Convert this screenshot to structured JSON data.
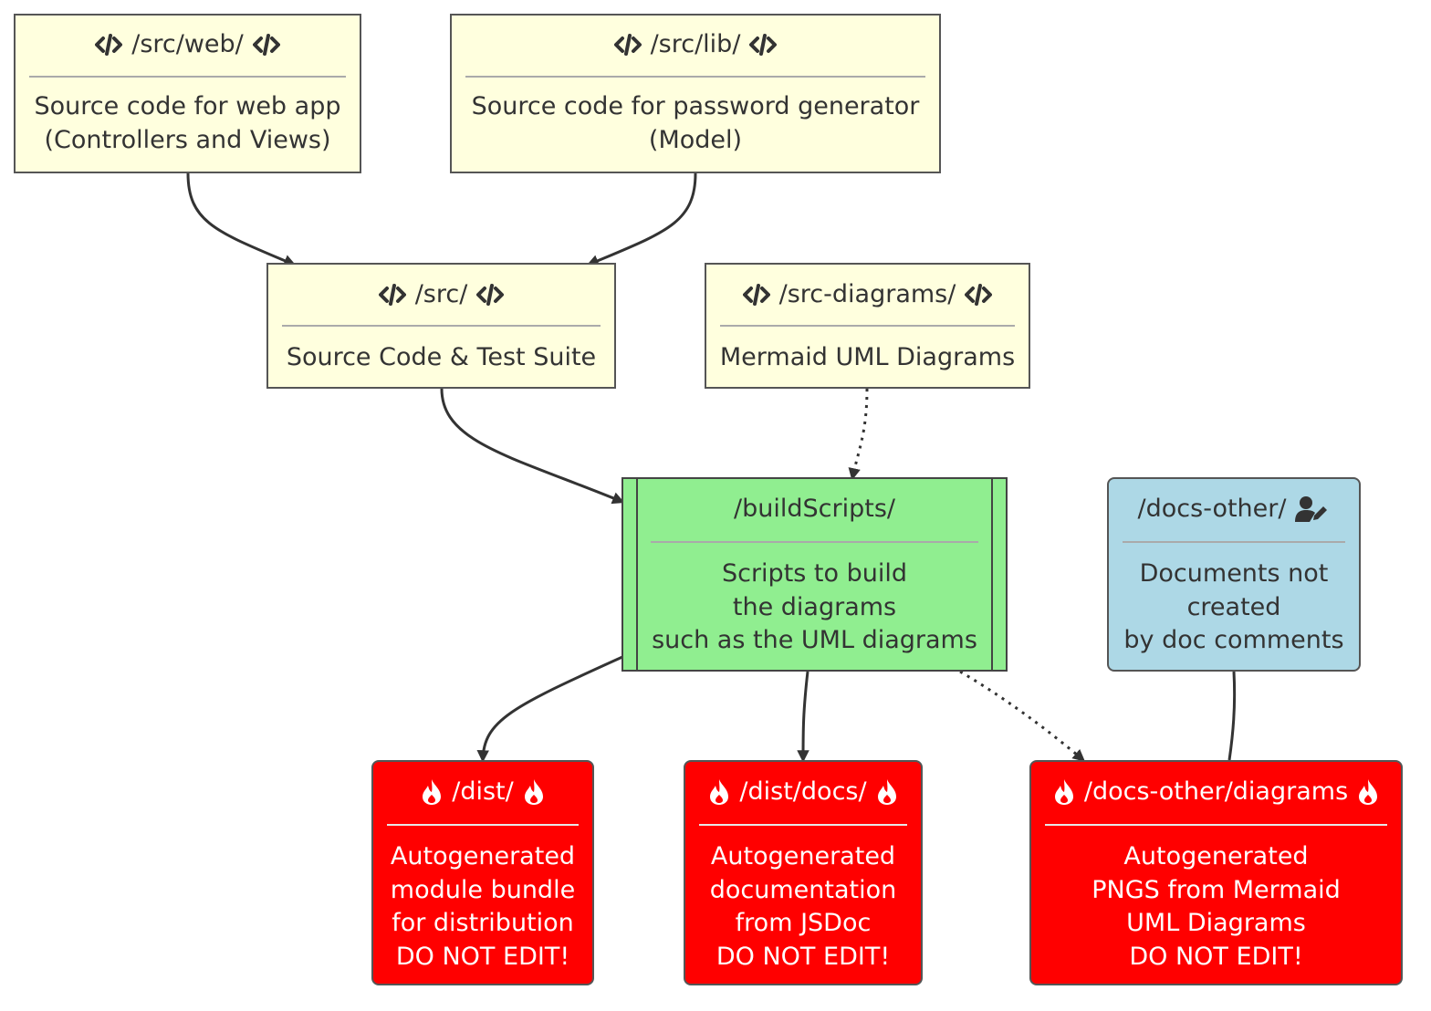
{
  "nodes": {
    "src_web": {
      "title": "/src/web/",
      "lines": [
        "Source code for web app",
        "(Controllers and Views)"
      ],
      "icon": "code-icon"
    },
    "src_lib": {
      "title": "/src/lib/",
      "lines": [
        "Source code for password generator",
        "(Model)"
      ],
      "icon": "code-icon"
    },
    "src": {
      "title": "/src/",
      "lines": [
        "Source Code & Test Suite"
      ],
      "icon": "code-icon"
    },
    "src_diagrams": {
      "title": "/src-diagrams/",
      "lines": [
        "Mermaid UML Diagrams"
      ],
      "icon": "code-icon"
    },
    "build_scripts": {
      "title": "/buildScripts/",
      "lines": [
        "Scripts to build",
        "the diagrams",
        "such as the UML diagrams"
      ]
    },
    "docs_other": {
      "title": "/docs-other/",
      "lines": [
        "Documents not",
        "created",
        "by doc comments"
      ],
      "icon": "user-edit-icon"
    },
    "dist": {
      "title": "/dist/",
      "lines": [
        "Autogenerated",
        "module bundle",
        "for distribution",
        "DO NOT EDIT!"
      ],
      "icon": "fire-icon"
    },
    "dist_docs": {
      "title": "/dist/docs/",
      "lines": [
        "Autogenerated",
        "documentation",
        "from JSDoc",
        "DO NOT EDIT!"
      ],
      "icon": "fire-icon"
    },
    "docs_other_diagrams": {
      "title": "/docs-other/diagrams",
      "lines": [
        "Autogenerated",
        "PNGS from Mermaid",
        "UML Diagrams",
        "DO NOT EDIT!"
      ],
      "icon": "fire-icon"
    }
  },
  "colors": {
    "source": "#ffffde",
    "build": "#90ee90",
    "manual_docs": "#add8e6",
    "generated": "#ff0000",
    "edge": "#333333"
  }
}
